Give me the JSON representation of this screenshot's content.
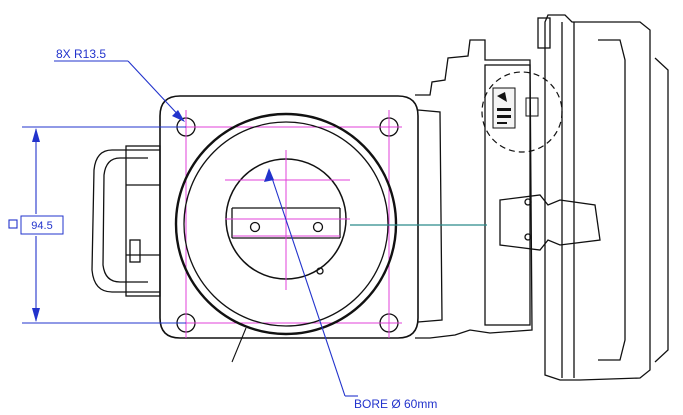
{
  "drawing": {
    "hole_callout": "8X R13.5",
    "square_dimension": "94.5",
    "bore_callout": "BORE Ø 60mm",
    "colors": {
      "outline": "#111111",
      "dimension": "#2233cc",
      "construction": "#e040d8",
      "centerline": "#2a8a8a"
    }
  }
}
